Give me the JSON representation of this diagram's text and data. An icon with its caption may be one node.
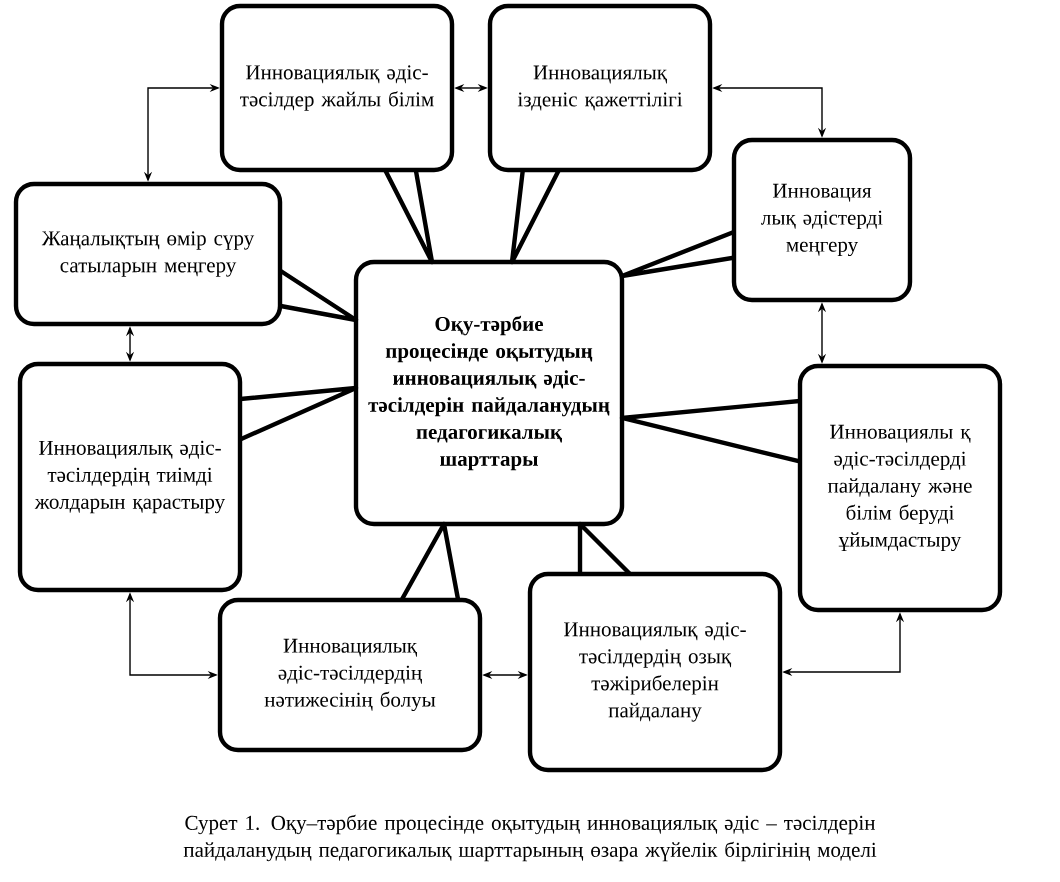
{
  "diagram": {
    "caption": "Сурет 1. Оқу–тәрбие процесінде оқытудың инновациялық әдіс – тәсілдерін пайдаланудың педагогикалық шарттарының өзара жүйелік бірлігінің моделі",
    "nodes": [
      {
        "text": [
          "Оқу-тәрбие процесінде оқытудың инновациялық әдіс-тәсілдерін пайдаланудың педагогикалық шарттары"
        ]
      },
      {
        "text": [
          "Инновациялық әдіс-тәсілдер жайлы білім"
        ]
      },
      {
        "text": [
          "Инновациялық ізденіс қажеттілігі"
        ]
      },
      {
        "text": [
          "Инновация лық әдістерді меңгеру"
        ]
      },
      {
        "text": [
          "Жаңалықтың өмір сүру сатыларын меңгеру"
        ]
      },
      {
        "text": [
          "Инновациялық әдіс-тәсілдердің тиімді жолдарын қарастыру"
        ]
      },
      {
        "text": [
          "Инновациялы қ әдіс-тәсілдерді пайдалану және білім беруді ұйымдастыру"
        ]
      },
      {
        "text": [
          "Инновациялық әдіс-тәсілдердің нәтижесінің болуы"
        ]
      },
      {
        "text": [
          "Инновациялық әдіс-тәсілдердің озық тәжірибелерін пайдалану"
        ]
      }
    ],
    "edges": [
      {
        "from": 1,
        "to": 2,
        "arrow": "both"
      },
      {
        "from": 2,
        "to": 3,
        "arrow": "both"
      },
      {
        "from": 4,
        "to": 1,
        "arrow": "both"
      },
      {
        "from": 4,
        "to": 5,
        "arrow": "both"
      },
      {
        "from": 5,
        "to": 7,
        "arrow": "both"
      },
      {
        "from": 7,
        "to": 8,
        "arrow": "both"
      },
      {
        "from": 8,
        "to": 6,
        "arrow": "both"
      },
      {
        "from": 3,
        "to": 6,
        "arrow": "both"
      }
    ]
  }
}
